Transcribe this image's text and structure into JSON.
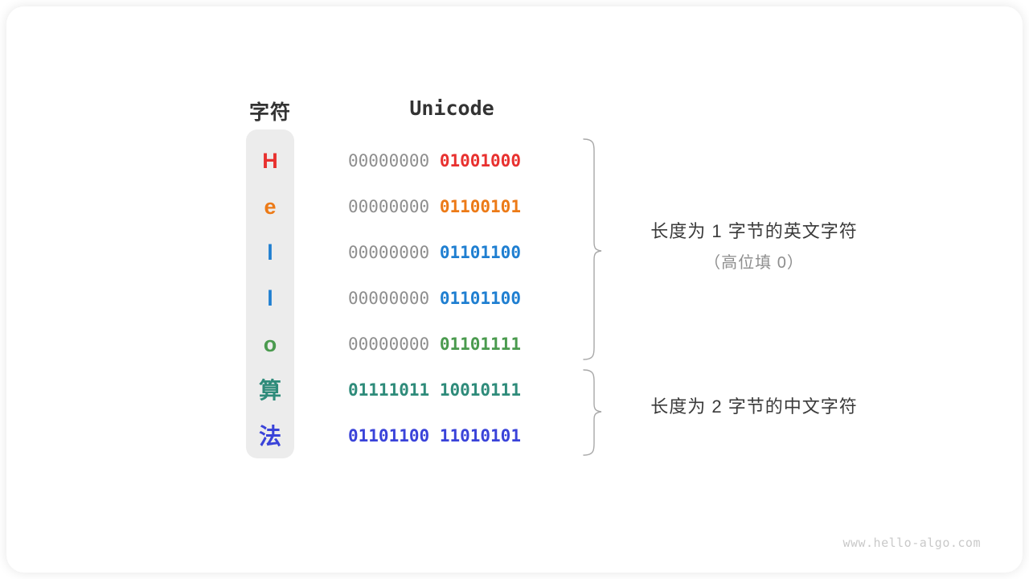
{
  "card": {
    "background": "#ffffff",
    "page_background": "#ffffff"
  },
  "headers": {
    "character": "字符",
    "unicode": "Unicode"
  },
  "colors": {
    "pad_byte": "#8e8e8e",
    "char_column_bg": "#ececec",
    "brace": "#a8a8a8",
    "annotation_primary": "#3a3a3a",
    "annotation_secondary": "#8e8e8e",
    "watermark": "#c9c9c9"
  },
  "rows": [
    {
      "char": "H",
      "color": "#e8312f",
      "pad_byte": "00000000",
      "sig_byte": "01001000",
      "is_cjk": false,
      "full_colored": false
    },
    {
      "char": "e",
      "color": "#ec7a17",
      "pad_byte": "00000000",
      "sig_byte": "01100101",
      "is_cjk": false,
      "full_colored": false
    },
    {
      "char": "l",
      "color": "#1f7fd1",
      "pad_byte": "00000000",
      "sig_byte": "01101100",
      "is_cjk": false,
      "full_colored": false
    },
    {
      "char": "l",
      "color": "#1f7fd1",
      "pad_byte": "00000000",
      "sig_byte": "01101100",
      "is_cjk": false,
      "full_colored": false
    },
    {
      "char": "o",
      "color": "#4a9a4e",
      "pad_byte": "00000000",
      "sig_byte": "01101111",
      "is_cjk": false,
      "full_colored": false
    },
    {
      "char": "算",
      "color": "#2e8b7a",
      "pad_byte": "01111011",
      "sig_byte": "10010111",
      "is_cjk": true,
      "full_colored": true
    },
    {
      "char": "法",
      "color": "#3a43d9",
      "pad_byte": "01101100",
      "sig_byte": "11010101",
      "is_cjk": true,
      "full_colored": true
    }
  ],
  "annotations": {
    "english": {
      "line1": "长度为 1 字节的英文字符",
      "line2": "（高位填 0）"
    },
    "chinese": {
      "line1": "长度为 2 字节的中文字符",
      "line2": ""
    }
  },
  "watermark": "www.hello-algo.com",
  "chart_data": {
    "type": "table",
    "title": "Unicode 编码示例",
    "columns": [
      "字符",
      "Unicode"
    ],
    "rows": [
      [
        "H",
        "00000000 01001000"
      ],
      [
        "e",
        "00000000 01100101"
      ],
      [
        "l",
        "00000000 01101100"
      ],
      [
        "l",
        "00000000 01101100"
      ],
      [
        "o",
        "00000000 01101111"
      ],
      [
        "算",
        "01111011 10010111"
      ],
      [
        "法",
        "01101100 11010101"
      ]
    ],
    "groups": [
      {
        "label": "长度为 1 字节的英文字符（高位填 0）",
        "row_indices": [
          0,
          1,
          2,
          3,
          4
        ]
      },
      {
        "label": "长度为 2 字节的中文字符",
        "row_indices": [
          5,
          6
        ]
      }
    ]
  }
}
